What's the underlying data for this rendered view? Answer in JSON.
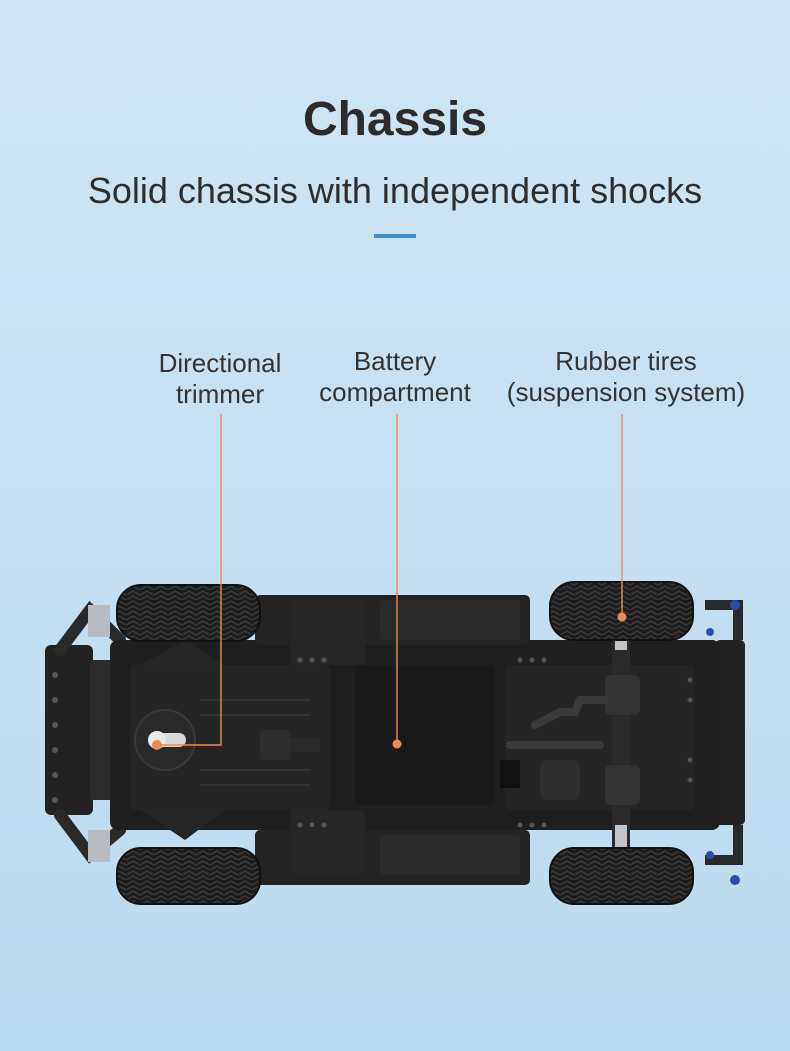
{
  "header": {
    "title": "Chassis",
    "subtitle": "Solid chassis with independent shocks"
  },
  "callouts": [
    {
      "line1": "Directional",
      "line2": "trimmer"
    },
    {
      "line1": "Battery",
      "line2": "compartment"
    },
    {
      "line1": "Rubber tires",
      "line2": "(suspension system)"
    }
  ],
  "colors": {
    "background": "#c7e0f2",
    "accent": "#3f8fd0",
    "callout": "#f08a4b",
    "chassis": "#1f1f1f"
  }
}
